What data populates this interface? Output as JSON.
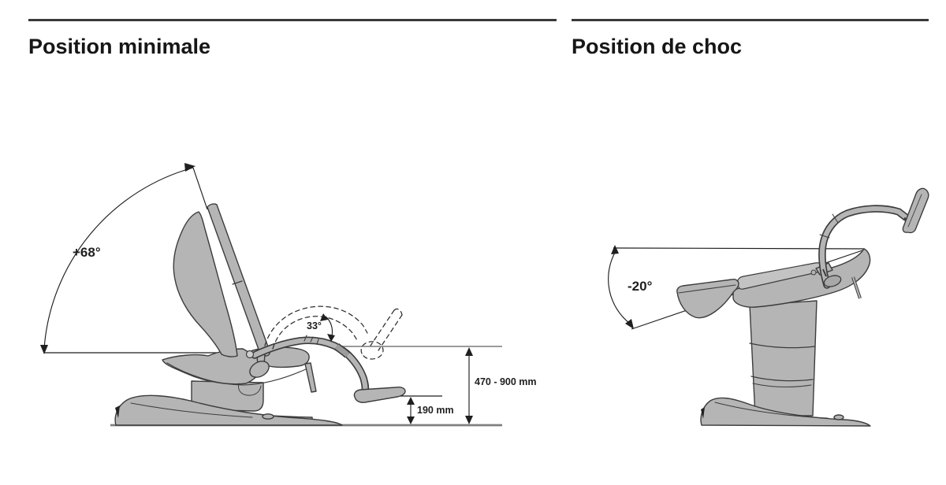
{
  "left_panel": {
    "title": "Position minimale",
    "backrest_angle_label": "+68°",
    "legrest_angle_label": "33°",
    "height_range_label": "470 - 900 mm",
    "footplate_height_label": "190 mm"
  },
  "right_panel": {
    "title": "Position de choc",
    "tilt_angle_label": "-20°"
  },
  "colors": {
    "background": "#ffffff",
    "rule": "#3a3a3a",
    "title_text": "#161616",
    "chair_fill": "#b5b5b5",
    "chair_outline": "#3c3c3c",
    "annotation_line": "#1f1f1f",
    "reference_line": "#8c8c8c",
    "ground_line": "#7f7f7f"
  }
}
